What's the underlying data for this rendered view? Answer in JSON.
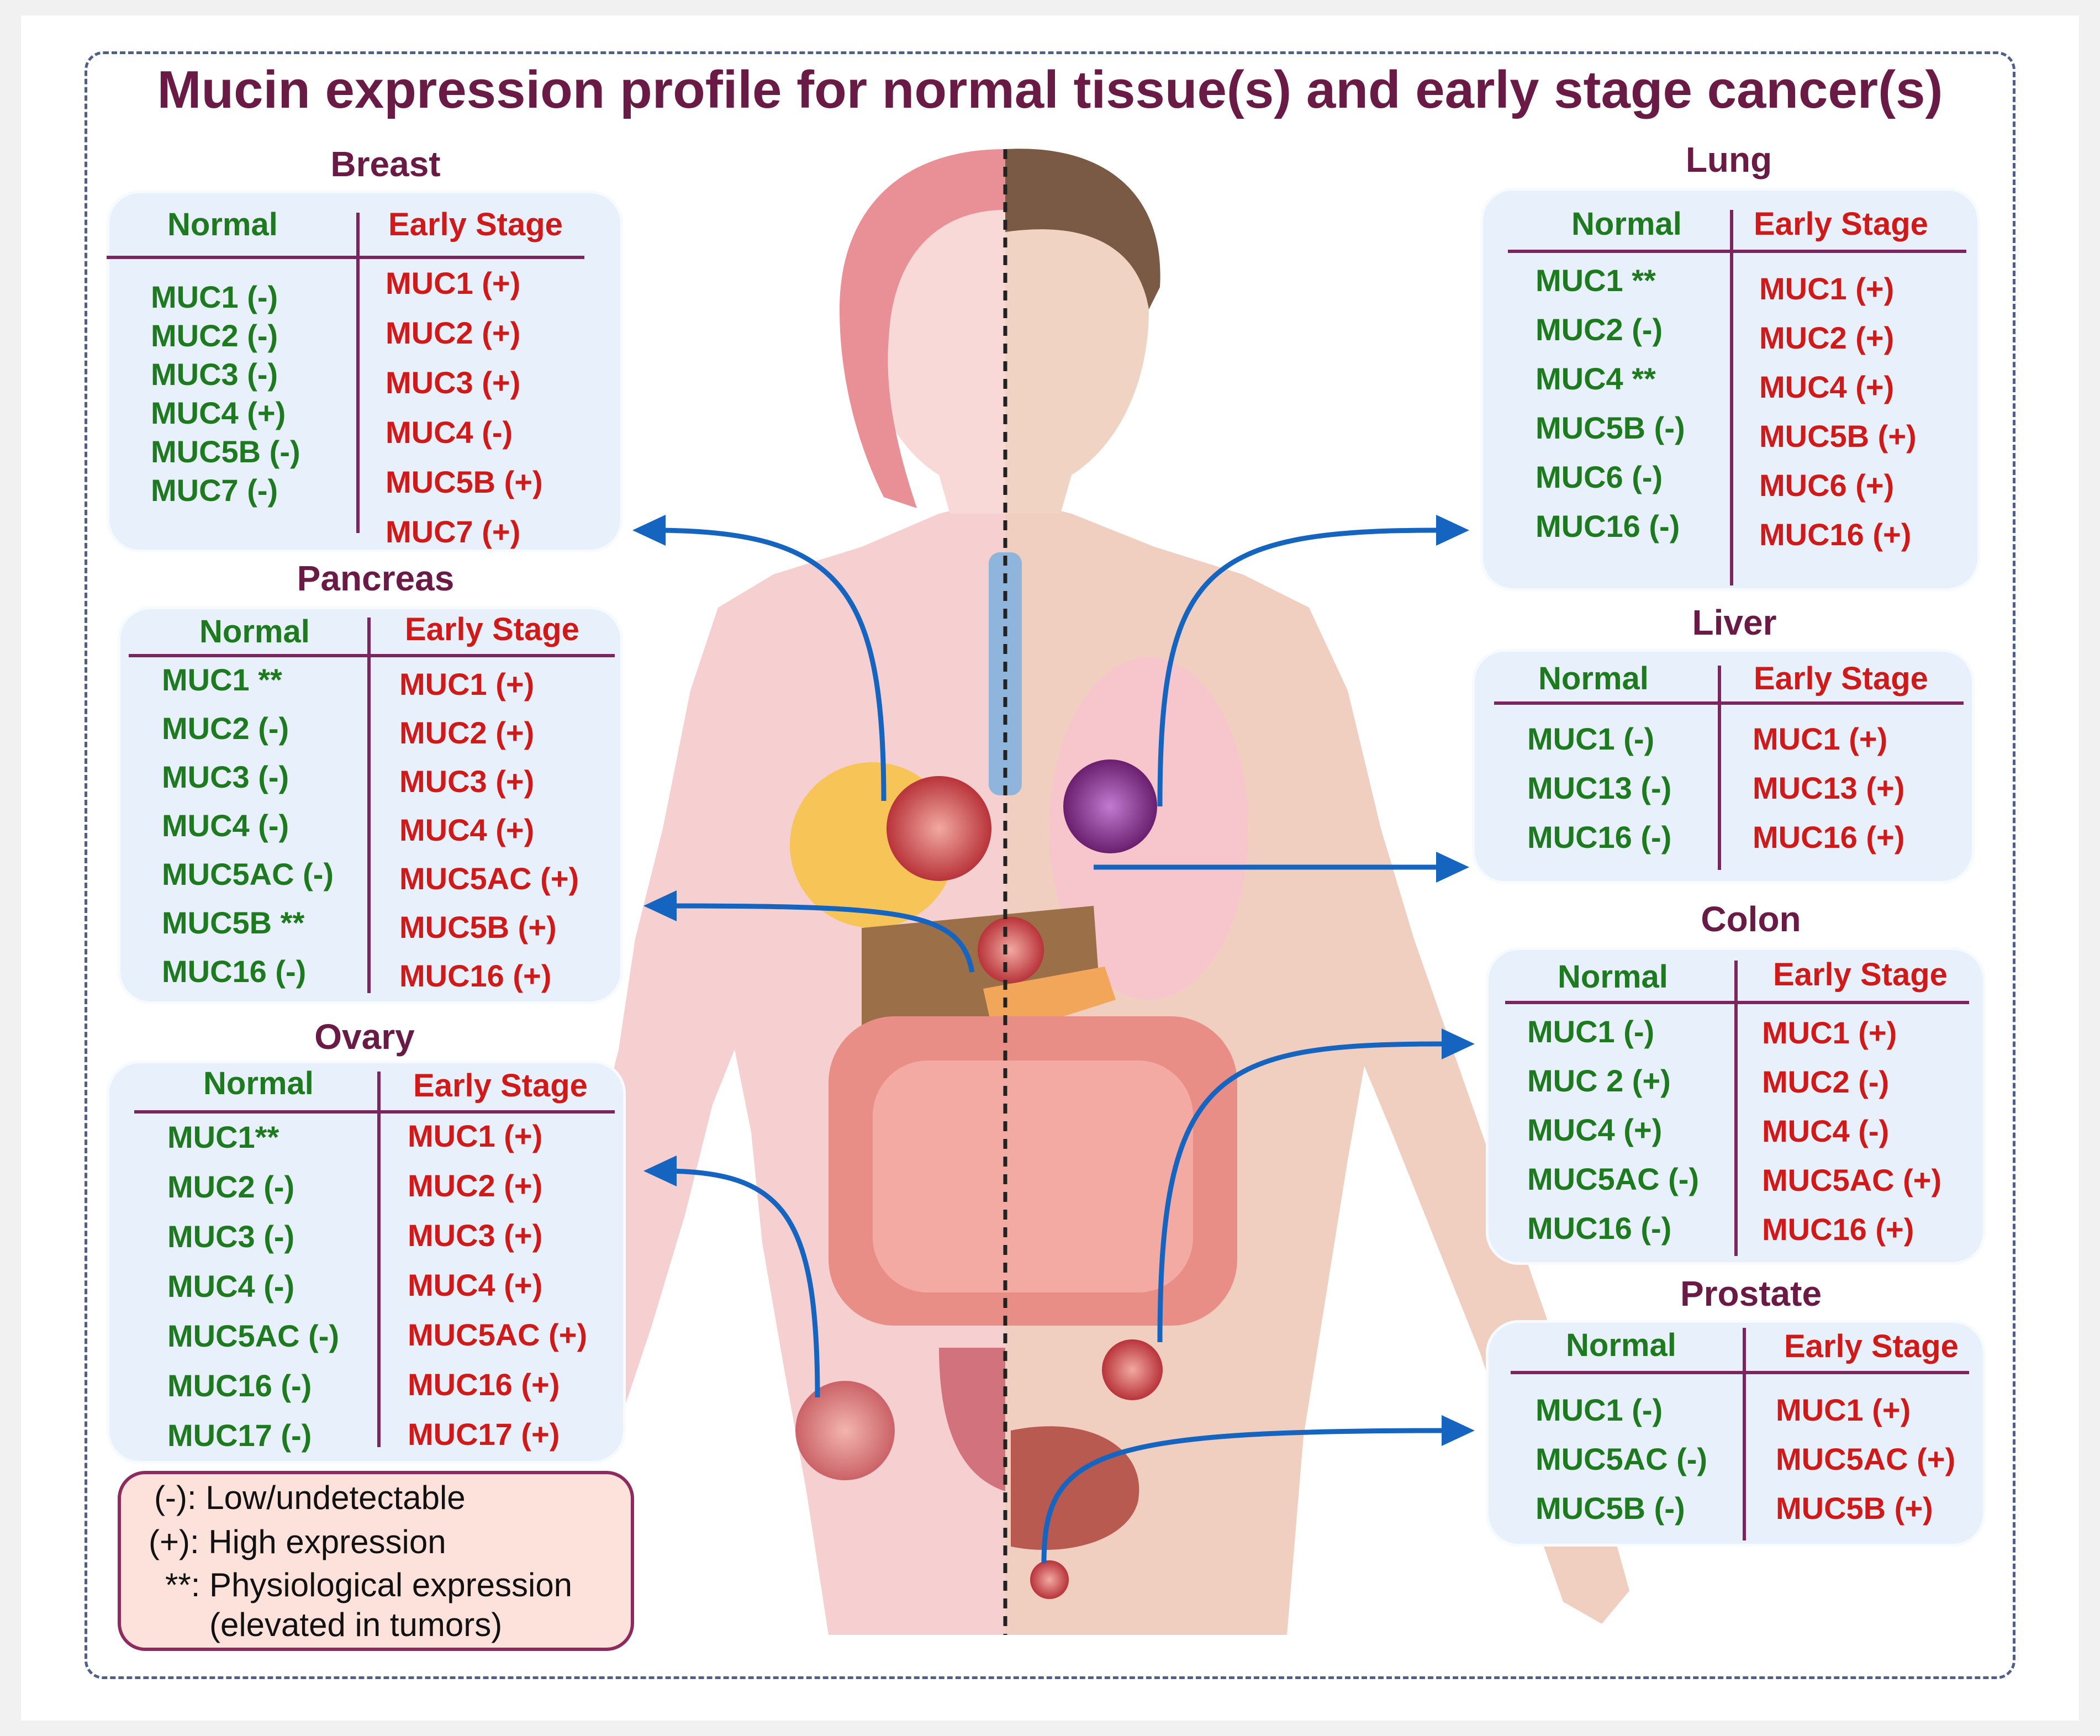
{
  "title": "Mucin expression profile for normal tissue(s) and early stage cancer(s)",
  "column_headers": {
    "normal": "Normal",
    "early": "Early Stage"
  },
  "panels": {
    "breast": {
      "title": "Breast",
      "normal": [
        "MUC1 (-)",
        "MUC2 (-)",
        "MUC3 (-)",
        "MUC4 (+)",
        "MUC5B (-)",
        "MUC7 (-)"
      ],
      "early": [
        "MUC1 (+)",
        "MUC2 (+)",
        "MUC3 (+)",
        "MUC4 (-)",
        "MUC5B (+)",
        "MUC7 (+)"
      ]
    },
    "pancreas": {
      "title": "Pancreas",
      "normal": [
        "MUC1 **",
        "MUC2 (-)",
        "MUC3 (-)",
        "MUC4 (-)",
        "MUC5AC (-)",
        "MUC5B **",
        "MUC16 (-)"
      ],
      "early": [
        "MUC1 (+)",
        "MUC2 (+)",
        "MUC3 (+)",
        "MUC4 (+)",
        "MUC5AC (+)",
        "MUC5B (+)",
        "MUC16 (+)"
      ]
    },
    "ovary": {
      "title": "Ovary",
      "normal": [
        "MUC1**",
        "MUC2 (-)",
        "MUC3 (-)",
        "MUC4 (-)",
        "MUC5AC (-)",
        "MUC16 (-)",
        "MUC17 (-)"
      ],
      "early": [
        "MUC1 (+)",
        "MUC2 (+)",
        "MUC3 (+)",
        "MUC4 (+)",
        "MUC5AC (+)",
        "MUC16 (+)",
        "MUC17 (+)"
      ]
    },
    "lung": {
      "title": "Lung",
      "normal": [
        "MUC1 **",
        "MUC2 (-)",
        "MUC4 **",
        "MUC5B (-)",
        "MUC6 (-)",
        "MUC16 (-)"
      ],
      "early": [
        "MUC1 (+)",
        "MUC2 (+)",
        "MUC4 (+)",
        "MUC5B (+)",
        "MUC6 (+)",
        "MUC16 (+)"
      ]
    },
    "liver": {
      "title": "Liver",
      "normal": [
        "MUC1 (-)",
        "MUC13 (-)",
        "MUC16 (-)"
      ],
      "early": [
        "MUC1 (+)",
        "MUC13 (+)",
        "MUC16 (+)"
      ]
    },
    "colon": {
      "title": "Colon",
      "normal": [
        "MUC1 (-)",
        "MUC 2 (+)",
        "MUC4 (+)",
        "MUC5AC (-)",
        "MUC16 (-)"
      ],
      "early": [
        "MUC1 (+)",
        "MUC2 (-)",
        "MUC4 (-)",
        "MUC5AC (+)",
        "MUC16 (+)"
      ]
    },
    "prostate": {
      "title": "Prostate",
      "normal": [
        "MUC1 (-)",
        "MUC5AC (-)",
        "MUC5B (-)"
      ],
      "early": [
        "MUC1 (+)",
        "MUC5AC (+)",
        "MUC5B (+)"
      ]
    }
  },
  "legend": [
    "(-): Low/undetectable",
    "(+): High expression",
    "**: Physiological expression",
    "(elevated in tumors)"
  ],
  "colors": {
    "title": "#6a1b45",
    "normal_text": "#1e7a1e",
    "early_text": "#d01a1a",
    "panel_bg": "#e8f1fb",
    "divider": "#7a2560",
    "arrow": "#1565c0",
    "legend_bg": "#fde2dc"
  }
}
